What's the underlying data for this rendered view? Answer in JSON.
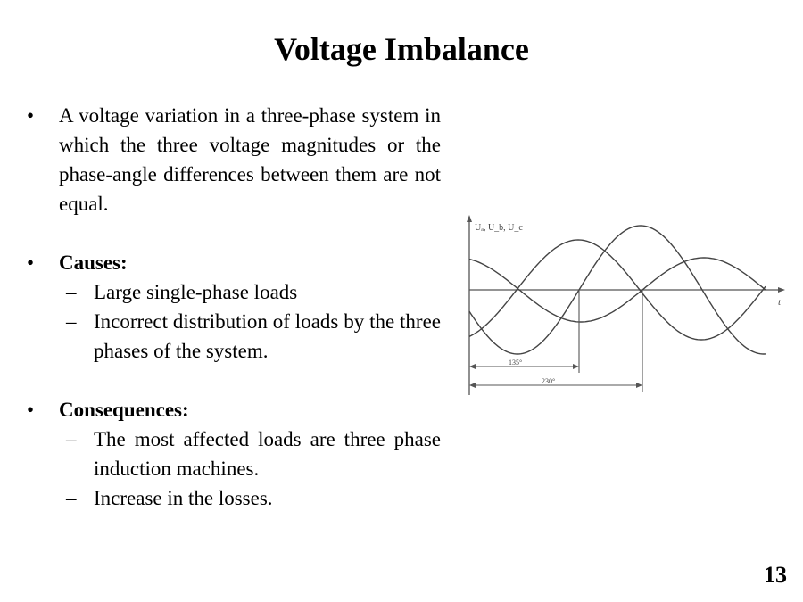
{
  "slide": {
    "title": "Voltage Imbalance",
    "page_number": "13"
  },
  "bullets": {
    "definition": "A voltage variation in a three-phase system in which the three voltage magnitudes or the phase-angle differences between them are not equal.",
    "causes_heading": "Causes:",
    "causes": [
      "Large single-phase loads",
      "Incorrect distribution of loads by the three phases of the system."
    ],
    "consequences_heading": "Consequences:",
    "consequences": [
      "The most affected loads are three phase induction machines.",
      "Increase in the losses."
    ],
    "bullet_symbol": "•",
    "dash_symbol": "–"
  },
  "diagram": {
    "y_axis_label": "Uₐ, U_b, U_c",
    "x_axis_label": "t",
    "angle_1_label": "135°",
    "angle_2_label": "230°"
  }
}
